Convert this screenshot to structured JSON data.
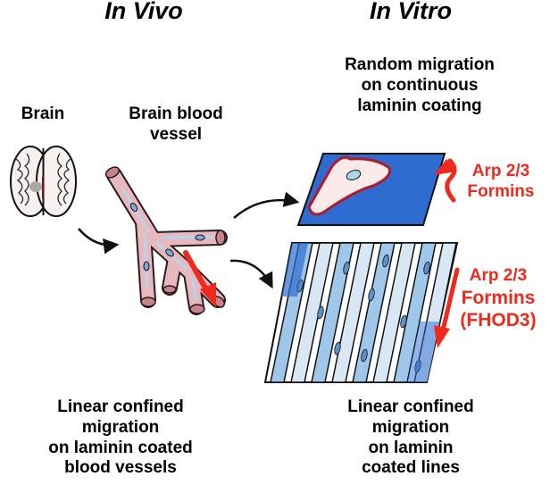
{
  "headings": {
    "in_vivo": "In Vivo",
    "in_vitro": "In Vitro"
  },
  "labels": {
    "brain": "Brain",
    "brain_blood_vessel": [
      "Brain blood",
      "vessel"
    ],
    "random_migration": [
      "Random migration",
      "on continuous",
      "laminin coating"
    ],
    "random_proteins": [
      "Arp 2/3",
      "Formins"
    ],
    "linear_proteins": [
      "Arp 2/3",
      "Formins",
      "(FHOD3)"
    ],
    "in_vivo_caption": [
      "Linear confined",
      "migration",
      "on laminin coated",
      "blood vessels"
    ],
    "in_vitro_caption": [
      "Linear confined",
      "migration",
      "on laminin",
      "coated lines"
    ]
  },
  "colors": {
    "accent_red": "#ee2a1c",
    "vessel_pink": "#e7b9be",
    "laminin_blue": "#2e6ccf",
    "line_blue": "#9ec7ea"
  }
}
